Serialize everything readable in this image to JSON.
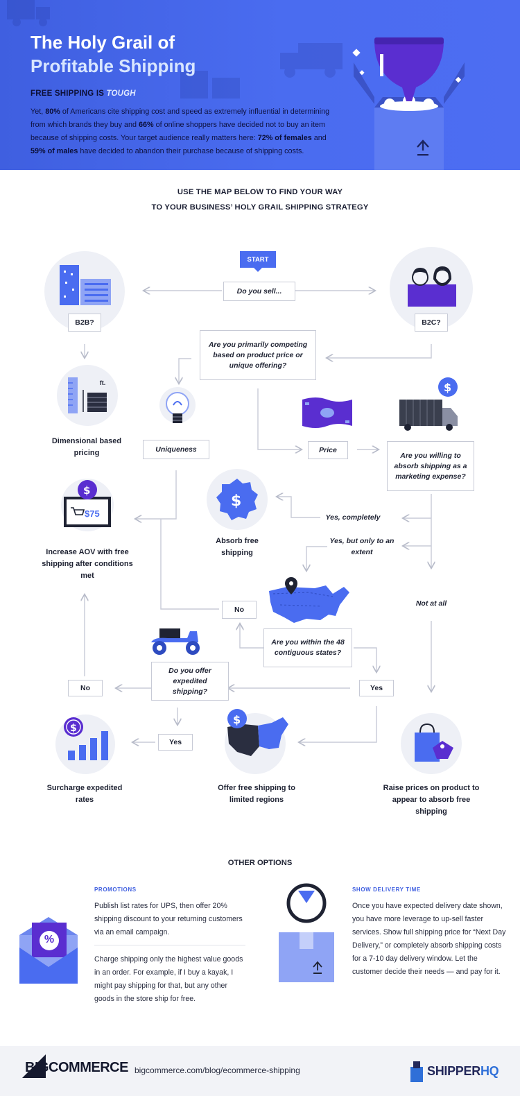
{
  "hero": {
    "title_line1": "The Holy Grail of",
    "title_line2": "Profitable Shipping",
    "subtitle_lead": "FREE SHIPPING IS",
    "subtitle_emph": "TOUGH",
    "body_parts": [
      "Yet, ",
      "80%",
      " of Americans cite shipping cost and speed as extremely influential in determining from which brands they buy and ",
      "66%",
      " of online shoppers have decided not to buy an item because of shipping costs. Your target audience really matters here: ",
      "72% of females",
      " and ",
      "59% of males",
      " have decided to abandon their purchase because of shipping costs."
    ]
  },
  "map": {
    "title_line1": "USE THE MAP BELOW TO FIND YOUR WAY",
    "title_line2": "TO YOUR BUSINESS’ HOLY GRAIL SHIPPING STRATEGY",
    "start": "START",
    "do_you_sell": "Do you sell...",
    "b2b": "B2B?",
    "b2c": "B2C?",
    "competing_question": "Are you primarily competing based on product price or unique offering?",
    "dimensional": "Dimensional based pricing",
    "dimension_unit": "ft.",
    "uniqueness": "Uniqueness",
    "price": "Price",
    "absorb_question": "Are you willing to absorb shipping as a marketing expense?",
    "monitor_price": "$75",
    "increase_aov": "Increase AOV with free shipping after conditions met",
    "absorb_free": "Absorb free shipping",
    "yes_completely": "Yes, completely",
    "yes_extent": "Yes, but only to an extent",
    "not_at_all": "Not at all",
    "no_1": "No",
    "contiguous_question": "Are you within the 48 contiguous states?",
    "expedited_question": "Do you offer expedited shipping?",
    "no_2": "No",
    "yes_1": "Yes",
    "yes_2": "Yes",
    "surcharge": "Surcharge expedited rates",
    "limited_regions": "Offer free shipping to limited regions",
    "raise_prices": "Raise prices on product to appear to absorb free shipping"
  },
  "other_options": {
    "title": "OTHER OPTIONS",
    "promotions_head": "PROMOTIONS",
    "promotions_p1": "Publish list rates for UPS, then offer 20% shipping discount to your returning customers via an email campaign.",
    "promotions_p2": "Charge shipping only the highest value goods in an order. For example, if I buy a kayak, I might pay shipping for that, but any other goods in the store ship for free.",
    "delivery_head": "SHOW DELIVERY TIME",
    "delivery_p1": "Once you have expected delivery date shown, you have more leverage to up-sell faster services. Show full shipping price for “Next Day Delivery,” or completely absorb shipping costs for a 7-10 day delivery window. Let the customer decide their needs — and pay for it.",
    "percent": "%"
  },
  "footer": {
    "bc_logo": "BIGCOMMERCE",
    "url": "bigcommerce.com/blog/ecommerce-shipping",
    "shq_logo_1": "SHIPPER",
    "shq_logo_2": "HQ"
  },
  "colors": {
    "accent": "#4a6cf0",
    "purple": "#5a2ed0",
    "dark": "#1f2333"
  }
}
